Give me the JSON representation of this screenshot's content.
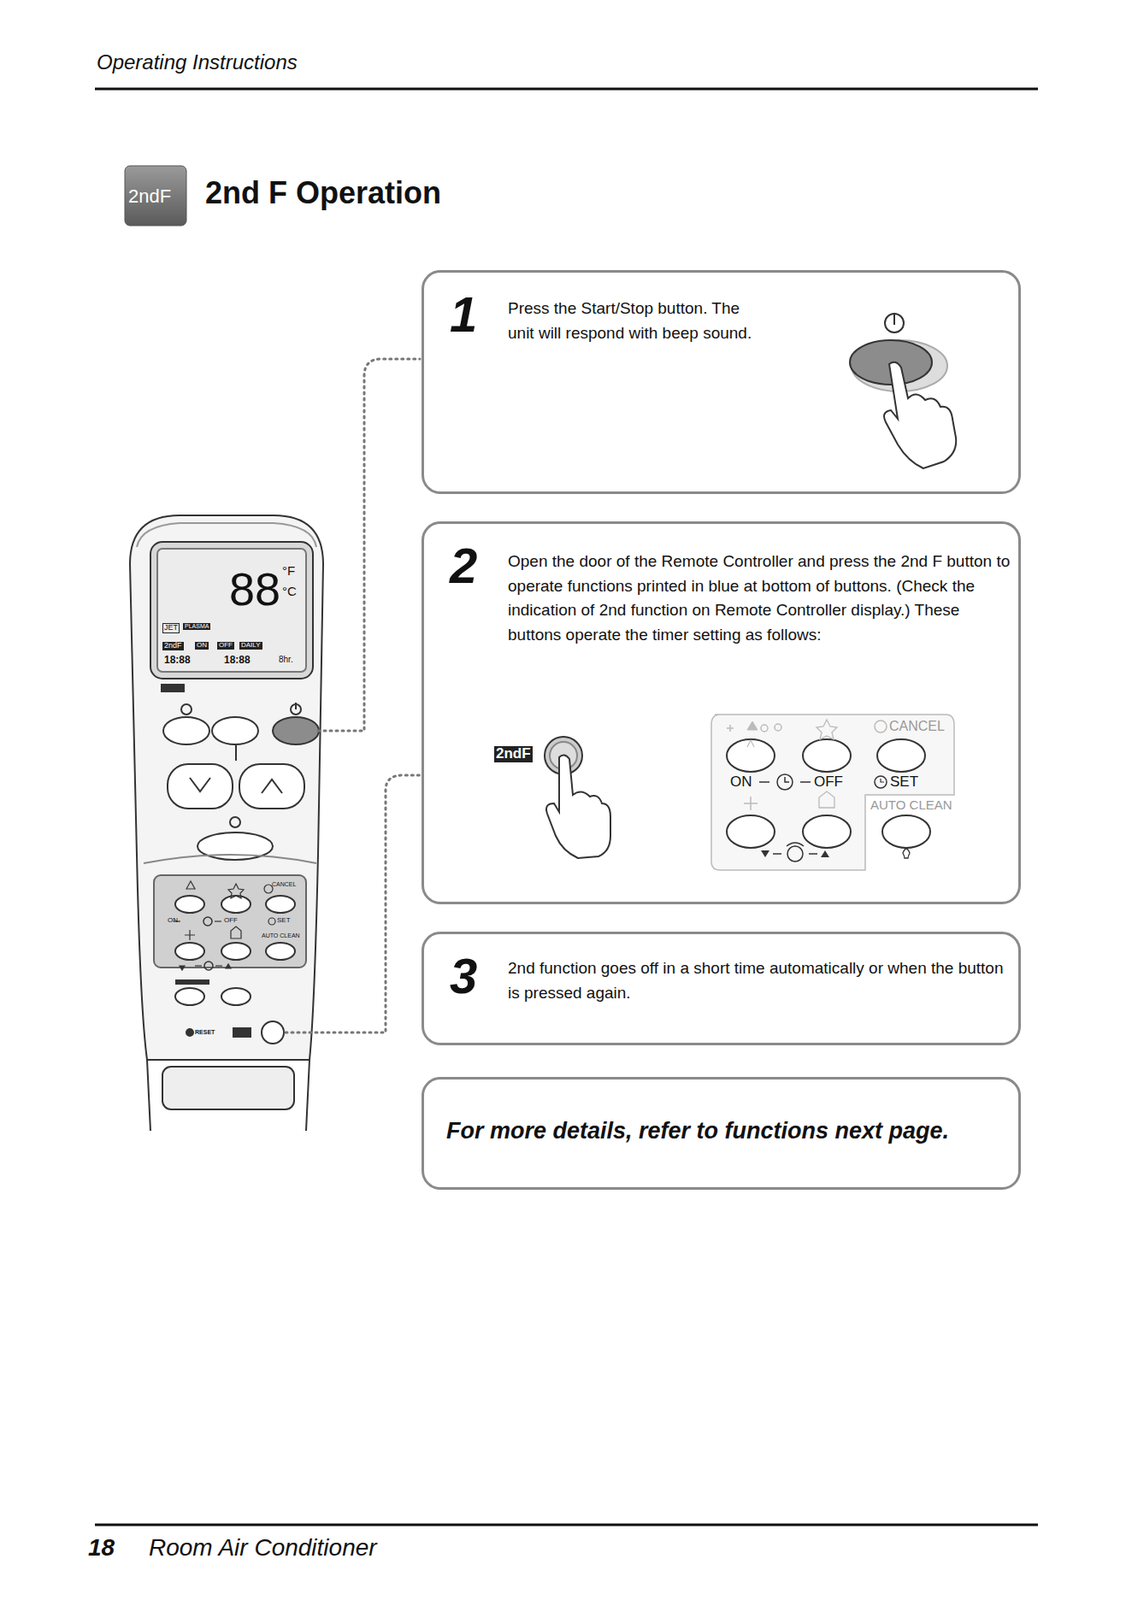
{
  "diagram": {
    "title": "2nd F Operation",
    "nodes": [
      {
        "text": [
          "1",
          "Press the Start/Stop button. The unit will respond with beep sound."
        ]
      },
      {
        "text": [
          "2",
          "Open the door of the Remote Controller and press the 2nd F button to operate functions printed in blue at bottom of buttons. (Check the indication of 2nd function on Remote Controller display.) These buttons operate the timer setting as follows:"
        ]
      },
      {
        "text": [
          "3",
          "2nd function goes off in a short time automatically or when the button is pressed again."
        ]
      },
      {
        "text": [
          "For more details, refer to functions next page."
        ]
      }
    ],
    "labels": [
      "Operating Instructions",
      "2ndF",
      "88",
      "°F",
      "°C",
      "JET",
      "PLASMA",
      "2ndF",
      "ON",
      "OFF",
      "DAILY",
      "18:88",
      "18:88",
      "8hr.",
      "CANCEL",
      "ON",
      "OFF",
      "SET",
      "AUTO CLEAN",
      "RESET",
      "2ndF",
      "CANCEL",
      "ON",
      "OFF",
      "SET",
      "AUTO CLEAN",
      "18",
      "Room Air Conditioner"
    ]
  }
}
